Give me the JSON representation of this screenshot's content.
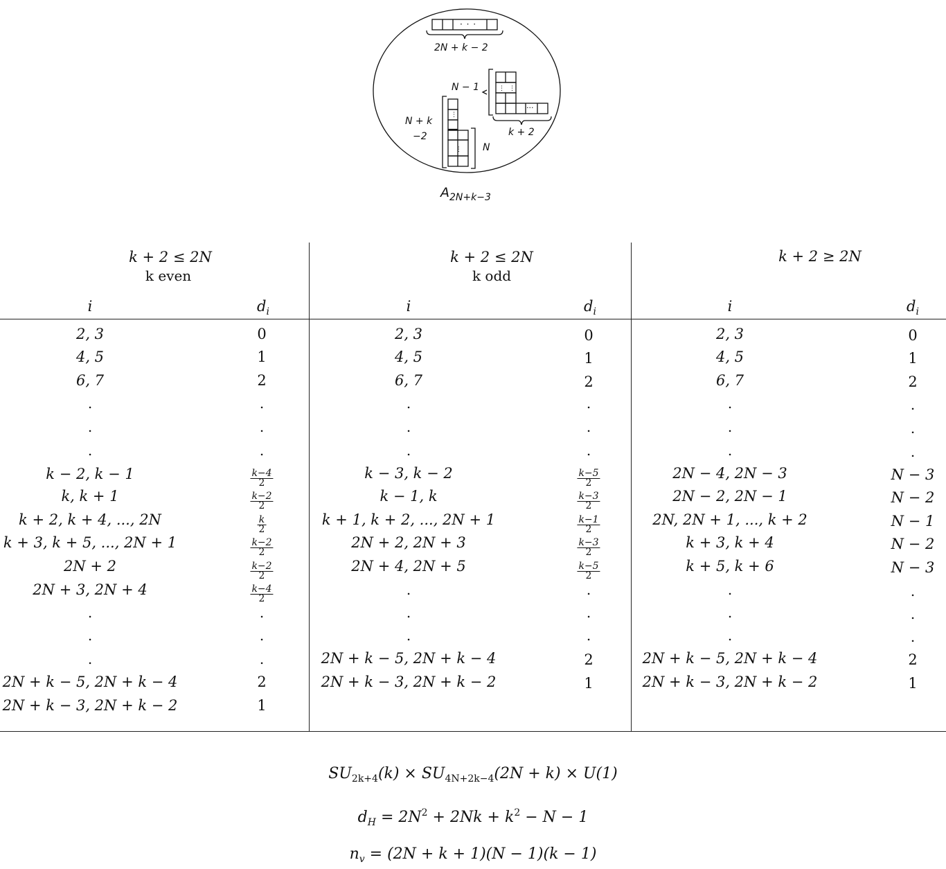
{
  "diagram": {
    "top_label": "2N + k − 2",
    "label_n_minus_1": "N − 1",
    "label_k_plus_2": "k + 2",
    "label_n_plus_k": "N + k",
    "label_minus_2": "−2",
    "label_n": "N",
    "dots": "· · ·",
    "dots_small": "···",
    "caption_main": "A",
    "caption_sub": "2N+k−3"
  },
  "table": {
    "col1": {
      "title": "k + 2 ≤ 2N",
      "subtitle": "k even",
      "i_header": "i",
      "d_header": "d",
      "d_sub": "i",
      "rows": [
        {
          "i": "2, 3",
          "d": "0"
        },
        {
          "i": "4, 5",
          "d": "1"
        },
        {
          "i": "6, 7",
          "d": "2"
        },
        {
          "i": "k − 2, k − 1",
          "dn": "k−4",
          "dd": "2"
        },
        {
          "i": "k, k + 1",
          "dn": "k−2",
          "dd": "2"
        },
        {
          "i": "k + 2, k + 4, ..., 2N",
          "dn": "k",
          "dd": "2"
        },
        {
          "i": "k + 3, k + 5, ..., 2N + 1",
          "dn": "k−2",
          "dd": "2"
        },
        {
          "i": "2N + 2",
          "dn": "k−2",
          "dd": "2"
        },
        {
          "i": "2N + 3, 2N + 4",
          "dn": "k−4",
          "dd": "2"
        },
        {
          "i": "2N + k − 5, 2N + k − 4",
          "d": "2"
        },
        {
          "i": "2N + k − 3, 2N + k − 2",
          "d": "1"
        }
      ]
    },
    "col2": {
      "title": "k + 2 ≤ 2N",
      "subtitle": "k odd",
      "i_header": "i",
      "d_header": "d",
      "d_sub": "i",
      "rows": [
        {
          "i": "2, 3",
          "d": "0"
        },
        {
          "i": "4, 5",
          "d": "1"
        },
        {
          "i": "6, 7",
          "d": "2"
        },
        {
          "i": "k − 3, k − 2",
          "dn": "k−5",
          "dd": "2"
        },
        {
          "i": "k − 1, k",
          "dn": "k−3",
          "dd": "2"
        },
        {
          "i": "k + 1, k + 2, ..., 2N + 1",
          "dn": "k−1",
          "dd": "2"
        },
        {
          "i": "2N + 2, 2N + 3",
          "dn": "k−3",
          "dd": "2"
        },
        {
          "i": "2N + 4, 2N + 5",
          "dn": "k−5",
          "dd": "2"
        },
        {
          "i": "2N + k − 5, 2N + k − 4",
          "d": "2"
        },
        {
          "i": "2N + k − 3, 2N + k − 2",
          "d": "1"
        }
      ]
    },
    "col3": {
      "title": "k + 2 ≥ 2N",
      "i_header": "i",
      "d_header": "d",
      "d_sub": "i",
      "rows": [
        {
          "i": "2, 3",
          "d": "0"
        },
        {
          "i": "4, 5",
          "d": "1"
        },
        {
          "i": "6, 7",
          "d": "2"
        },
        {
          "i": "2N − 4, 2N − 3",
          "d": "N − 3"
        },
        {
          "i": "2N − 2, 2N − 1",
          "d": "N − 2"
        },
        {
          "i": "2N, 2N + 1, ..., k + 2",
          "d": "N − 1"
        },
        {
          "i": "k + 3, k + 4",
          "d": "N − 2"
        },
        {
          "i": "k + 5, k + 6",
          "d": "N − 3"
        },
        {
          "i": "2N + k − 5, 2N + k − 4",
          "d": "2"
        },
        {
          "i": "2N + k − 3, 2N + k − 2",
          "d": "1"
        }
      ]
    }
  },
  "formulas": {
    "group": {
      "su1": "SU",
      "su1_sub": "2k+4",
      "su1_arg": "(k) × ",
      "su2": "SU",
      "su2_sub": "4N+2k−4",
      "su2_arg": "(2N + k) × ",
      "u": "U",
      "u_arg": "(1)"
    },
    "dh": {
      "lhs": "d",
      "lhs_sub": "H",
      "rhs_a": " = 2N",
      "sup_a": "2",
      "rhs_b": " + 2Nk + k",
      "sup_b": "2",
      "rhs_c": " − N − 1"
    },
    "nv": {
      "lhs": "n",
      "lhs_sub": "v",
      "rhs": " = (2N + k + 1)(N − 1)(k − 1)"
    }
  }
}
